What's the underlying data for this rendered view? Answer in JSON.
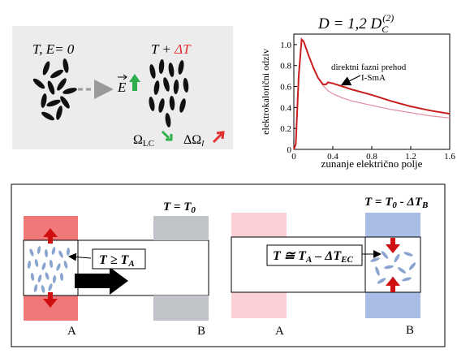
{
  "top_left": {
    "state1_label": "T, E= 0",
    "state2_label_prefix": "T + ",
    "state2_label_delta": "ΔT",
    "field_label": "E",
    "omega_lc": "Ω",
    "omega_lc_sub": "LC",
    "omega_l": "ΔΩ",
    "omega_l_sub": "l",
    "colors": {
      "panel_bg": "#ececec",
      "green": "#2db04c",
      "red": "#e03030"
    }
  },
  "chart_data": {
    "type": "line",
    "title_prefix": "D = 1,2 D",
    "title_sub": "C",
    "title_sup": "(2)",
    "xlabel": "zunanje električno polje",
    "ylabel": "elektrokalorični odziv",
    "xlim": [
      0,
      1.6
    ],
    "ylim": [
      0,
      1.1
    ],
    "xticks": [
      "0",
      "0.4",
      "0.8",
      "1.2",
      "1.6"
    ],
    "xtick_values": [
      0,
      0.4,
      0.8,
      1.2,
      1.6
    ],
    "yticks": [
      "0",
      "0.2",
      "0.4",
      "0.6",
      "0.8",
      "1.0"
    ],
    "ytick_values": [
      0,
      0.2,
      0.4,
      0.6,
      0.8,
      1.0
    ],
    "annotation_line1": "direktni fazni prehod",
    "annotation_line2": "I-SmA",
    "series": [
      {
        "color": "#c81e1e",
        "x": [
          0,
          0.02,
          0.05,
          0.08,
          0.1,
          0.12,
          0.15,
          0.2,
          0.25,
          0.3,
          0.33,
          0.35,
          0.4,
          0.5,
          0.6,
          0.8,
          1.0,
          1.2,
          1.4,
          1.6
        ],
        "y": [
          0,
          0.05,
          0.7,
          1.05,
          1.03,
          0.98,
          0.9,
          0.78,
          0.68,
          0.62,
          0.62,
          0.64,
          0.63,
          0.6,
          0.57,
          0.52,
          0.46,
          0.41,
          0.37,
          0.34
        ]
      },
      {
        "color": "#e08aa0",
        "x": [
          0,
          0.02,
          0.05,
          0.08,
          0.1,
          0.12,
          0.15,
          0.2,
          0.25,
          0.3,
          0.35,
          0.4,
          0.5,
          0.6,
          0.8,
          1.0,
          1.2,
          1.4,
          1.6
        ],
        "y": [
          0,
          0.05,
          0.7,
          1.05,
          1.03,
          0.98,
          0.9,
          0.78,
          0.68,
          0.61,
          0.56,
          0.53,
          0.49,
          0.46,
          0.42,
          0.38,
          0.35,
          0.32,
          0.3
        ]
      }
    ]
  },
  "bottom": {
    "left_temp_label": "T ≥ T",
    "left_temp_sub": "A",
    "top_right_label": "T = T",
    "top_right_sub": "0",
    "top_right2_label": "T = T",
    "top_right2_sub": "0",
    "top_right2_rest": " - ΔT",
    "top_right2_sub2": "B",
    "mid_label": "T ≅ T",
    "mid_sub": "A",
    "mid_rest": " – ΔT",
    "mid_sub2": "EC",
    "left_A": "A",
    "left_B": "B",
    "right_A": "A",
    "right_B": "B"
  }
}
